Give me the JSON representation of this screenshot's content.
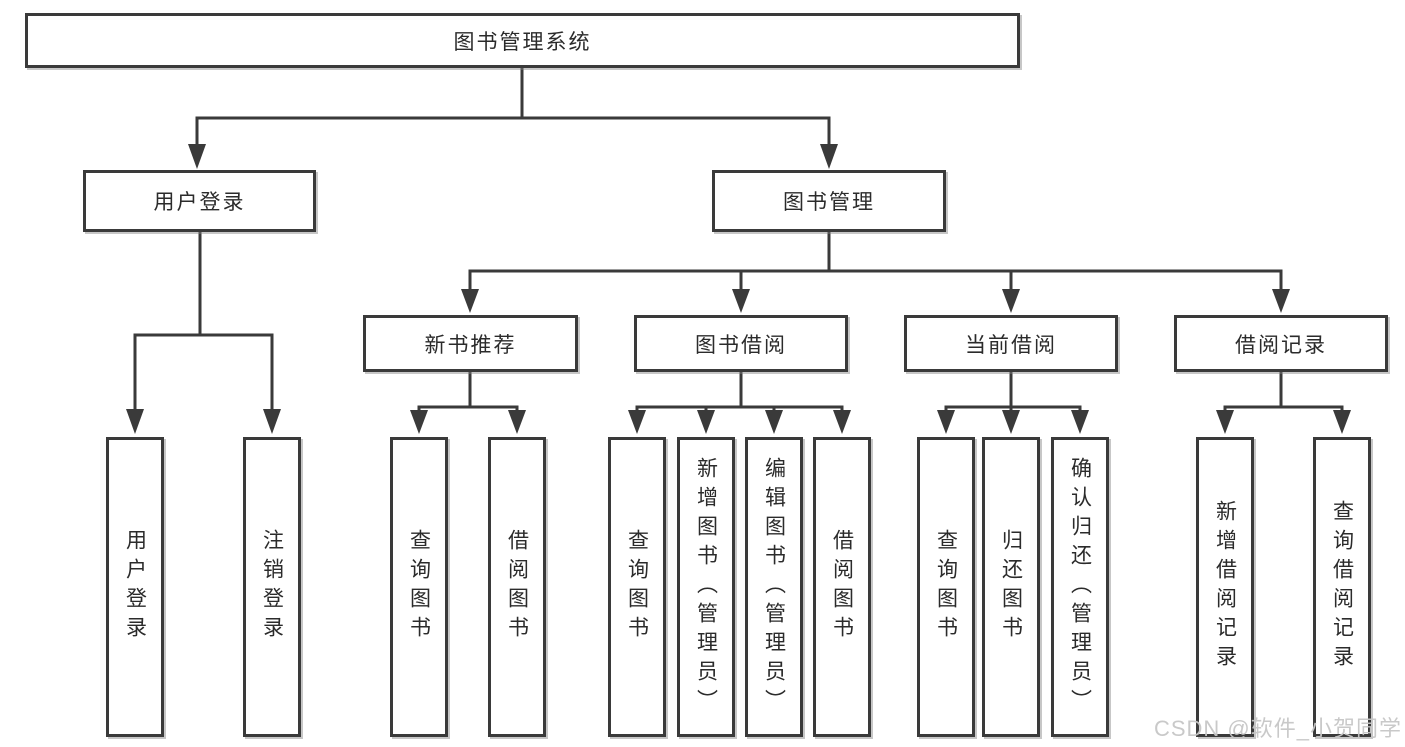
{
  "colors": {
    "line": "#3a3a3a",
    "box_border": "#3a3a3a",
    "box_fill": "#ffffff",
    "text": "#2b2b2b",
    "watermark": "#c6c6c6"
  },
  "watermark": {
    "text": "CSDN @软件_小贺同学"
  },
  "diagram": {
    "type": "hierarchy-tree",
    "root": {
      "label": "图书管理系统"
    },
    "branches": [
      {
        "label": "用户登录",
        "children": [
          {
            "label": "用户登录"
          },
          {
            "label": "注销登录"
          }
        ]
      },
      {
        "label": "图书管理",
        "children": [
          {
            "label": "新书推荐",
            "children": [
              {
                "label": "查询图书"
              },
              {
                "label": "借阅图书"
              }
            ]
          },
          {
            "label": "图书借阅",
            "children": [
              {
                "label": "查询图书"
              },
              {
                "label": "新增图书（管理员）"
              },
              {
                "label": "编辑图书（管理员）"
              },
              {
                "label": "借阅图书"
              }
            ]
          },
          {
            "label": "当前借阅",
            "children": [
              {
                "label": "查询图书"
              },
              {
                "label": "归还图书"
              },
              {
                "label": "确认归还（管理员）"
              }
            ]
          },
          {
            "label": "借阅记录",
            "children": [
              {
                "label": "新增借阅记录"
              },
              {
                "label": "查询借阅记录"
              }
            ]
          }
        ]
      }
    ]
  }
}
